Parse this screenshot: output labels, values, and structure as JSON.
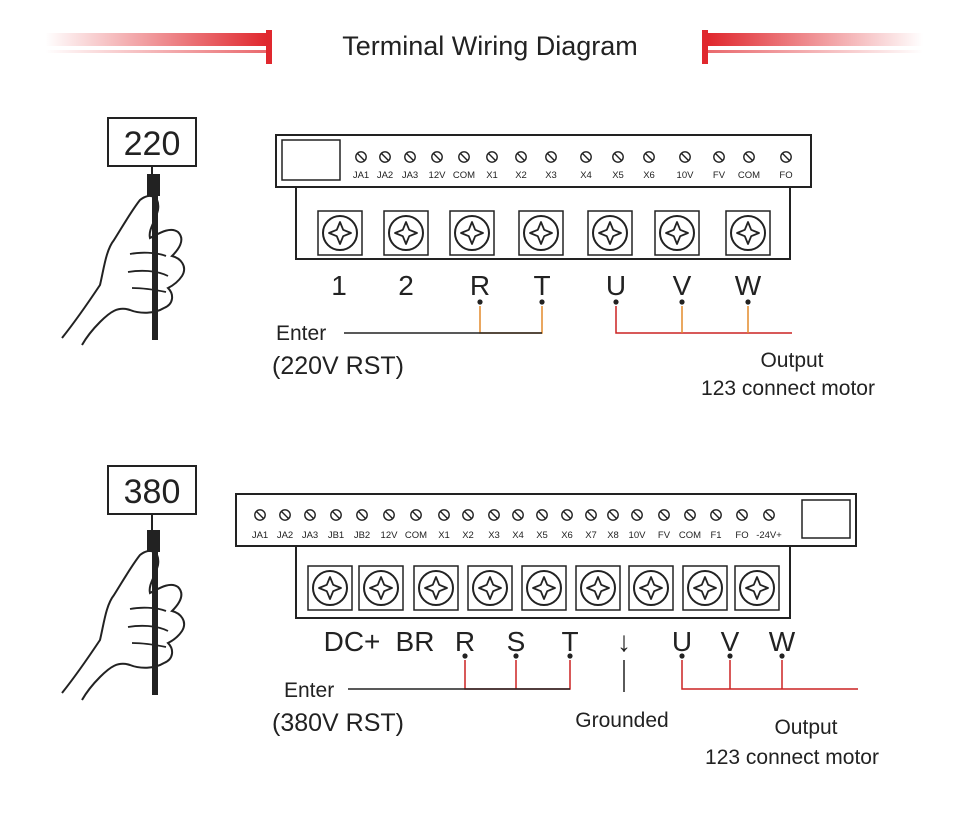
{
  "title": "Terminal Wiring Diagram",
  "colors": {
    "accent": "#e0282e",
    "wire_red": "#cc2222",
    "wire_orange": "#e38a2b",
    "ink": "#222222"
  },
  "diagrams": [
    {
      "id": "220",
      "voltage_sign": "220",
      "control_terminals": [
        "JA1",
        "JA2",
        "JA3",
        "12V",
        "COM",
        "X1",
        "X2",
        "X3",
        "X4",
        "X5",
        "X6",
        "10V",
        "FV",
        "COM",
        "FO"
      ],
      "power_terminals": [
        "1",
        "2",
        "R",
        "T",
        "U",
        "V",
        "W"
      ],
      "input_label": "Enter",
      "input_sub": "(220V RST)",
      "output_label": "Output",
      "output_sub": "123 connect motor"
    },
    {
      "id": "380",
      "voltage_sign": "380",
      "control_terminals": [
        "JA1",
        "JA2",
        "JA3",
        "JB1",
        "JB2",
        "12V",
        "COM",
        "X1",
        "X2",
        "X3",
        "X4",
        "X5",
        "X6",
        "X7",
        "X8",
        "10V",
        "FV",
        "COM",
        "F1",
        "FO",
        "-24V+"
      ],
      "power_terminals": [
        "DC+",
        "BR",
        "R",
        "S",
        "T",
        "↓",
        "U",
        "V",
        "W"
      ],
      "input_label": "Enter",
      "input_sub": "(380V RST)",
      "ground_label": "Grounded",
      "output_label": "Output",
      "output_sub": "123 connect motor"
    }
  ]
}
